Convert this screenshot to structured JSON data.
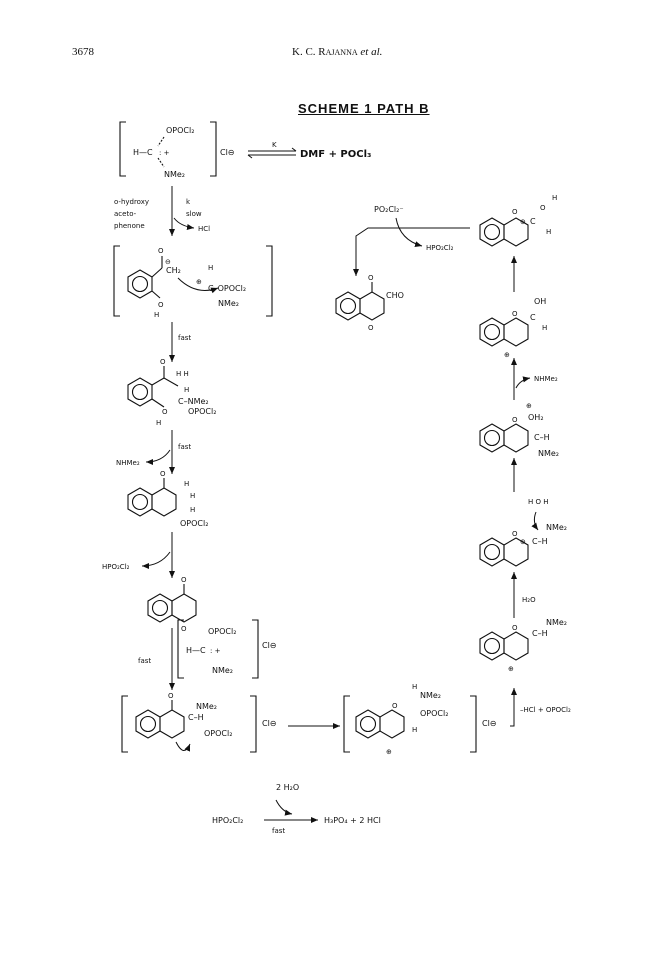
{
  "header": {
    "page_number": "3678",
    "running_head_author": "K. C. Rajanna",
    "running_head_etal": "et al."
  },
  "scheme_title": "SCHEME 1  PATH B",
  "labels": {
    "oPOCl2": "OPOCl₂",
    "HC": "H—C",
    "NMe2": "NMe₂",
    "Cl_minus": "Cl⊖",
    "Cl": "Cl",
    "minus": "⊖",
    "K": "K",
    "k": "k",
    "DMF_POCl3": "DMF + POCl₃",
    "o_hydroxy": "o-hydroxy",
    "aceto": "aceto-",
    "phenone": "phenone",
    "slow": "slow",
    "HCl": "HCl",
    "fast": "fast",
    "H": "H",
    "O": "O",
    "C": "C",
    "CH2": "CH₂",
    "NHMe2": "NHMe₂",
    "HPO2Cl2": "HPO₂Cl₂",
    "PO2Cl2": "PO₂Cl₂⁻",
    "CHO": "CHO",
    "OH": "OH",
    "OH2": "OH₂",
    "H2O": "H₂O",
    "plus": "⊕",
    "HCl_OPOCl2": "–HCl + OPOCl₂",
    "twoH2O": "2 H₂O",
    "H3PO4_2HCl": "H₃PO₄ + 2 HCl"
  }
}
